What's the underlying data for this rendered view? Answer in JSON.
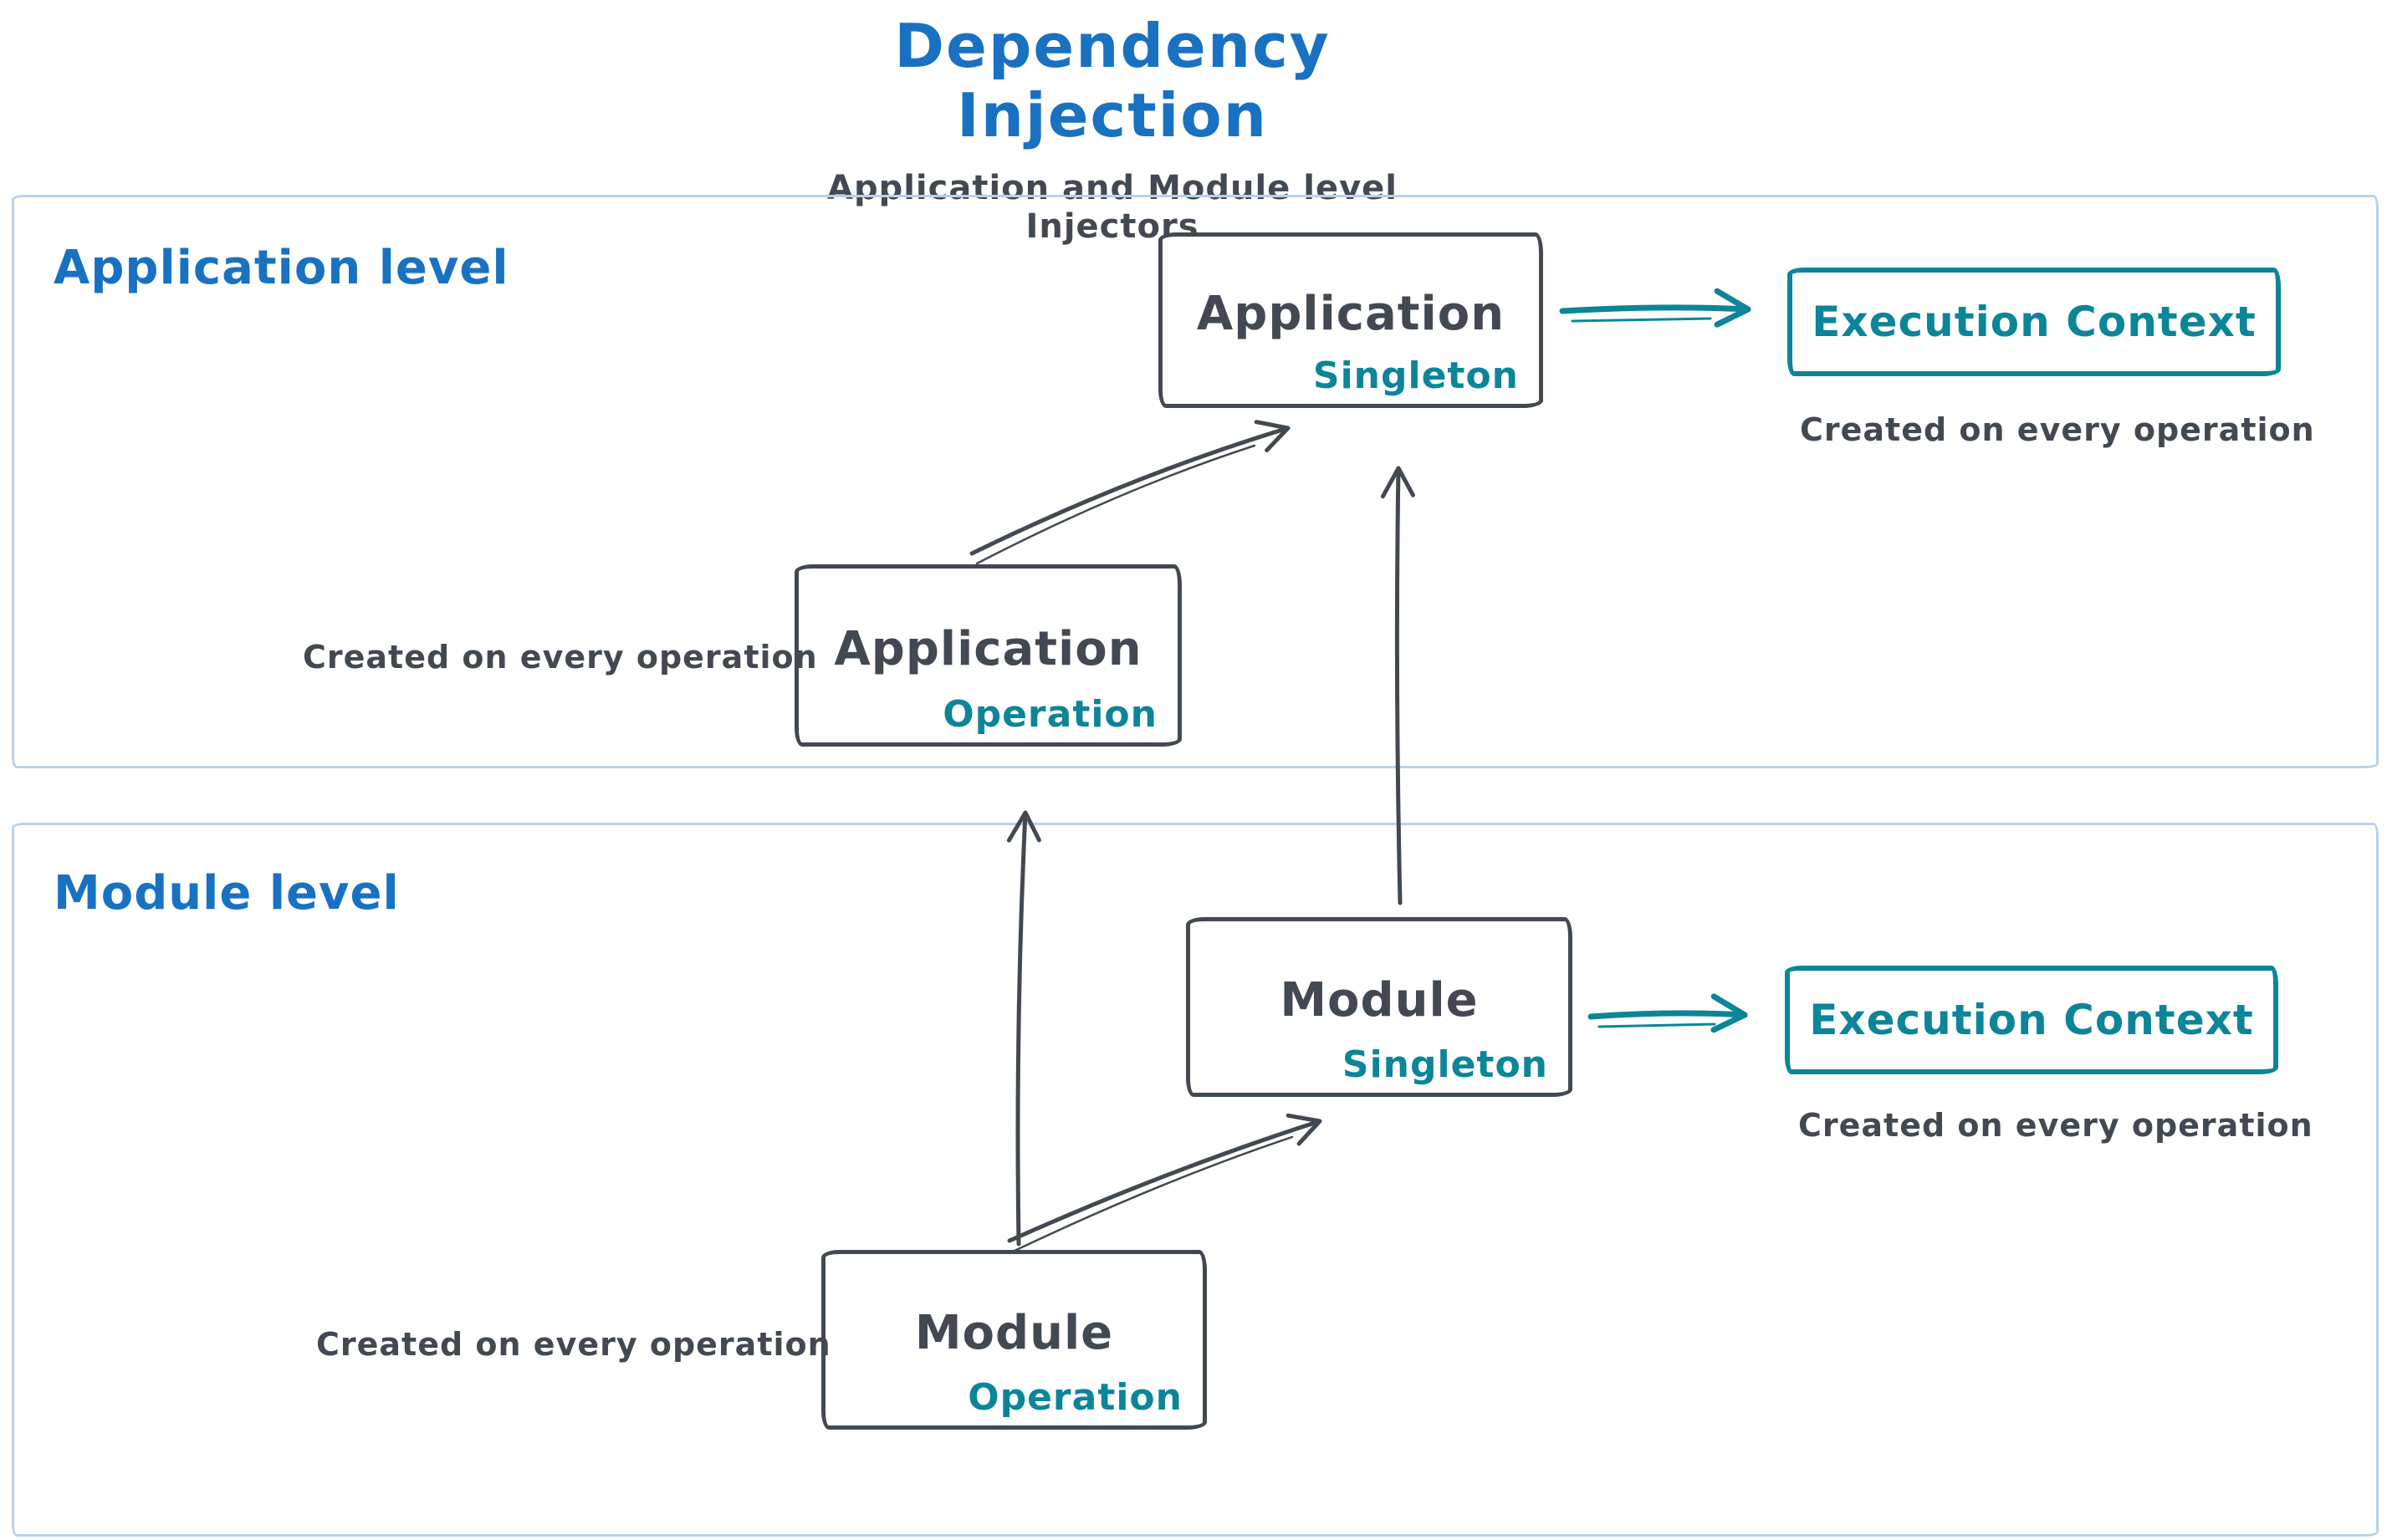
{
  "title": "Dependency Injection",
  "subtitle": "Application and Module level Injectors",
  "palette": {
    "blue": "#1971c2",
    "teal": "#0c8599",
    "ink": "#424952",
    "frame_blue": "#b9d1ea",
    "background": "#ffffff"
  },
  "application_level": {
    "label": "Application level",
    "singleton_box": {
      "name": "Application",
      "scope": "Singleton"
    },
    "operation_box": {
      "name": "Application",
      "scope": "Operation"
    },
    "operation_note": "Created on every operation",
    "execution_context": {
      "title": "Execution Context",
      "note": "Created on every operation"
    }
  },
  "module_level": {
    "label": "Module level",
    "singleton_box": {
      "name": "Module",
      "scope": "Singleton"
    },
    "operation_box": {
      "name": "Module",
      "scope": "Operation"
    },
    "operation_note": "Created on every operation",
    "execution_context": {
      "title": "Execution Context",
      "note": "Created on every operation"
    }
  }
}
